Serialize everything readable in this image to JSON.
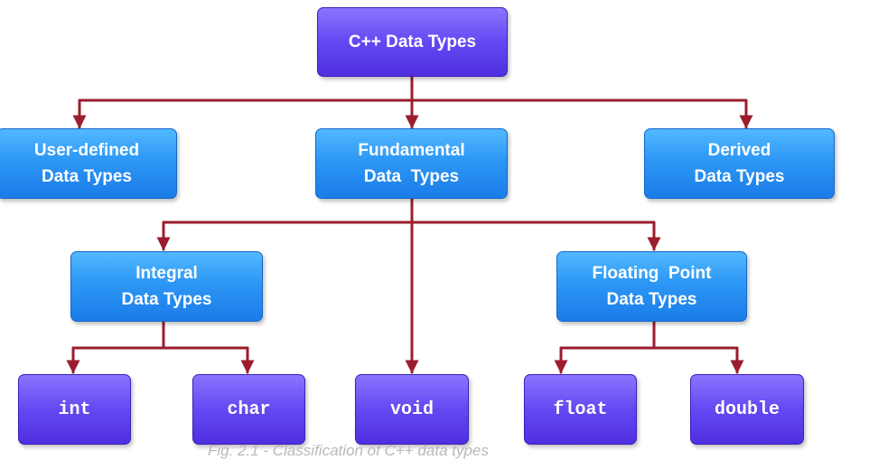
{
  "colors": {
    "connector": "#9b1d2e",
    "root_box": "#6548f2",
    "category_box": "#2d97f5",
    "leaf_box": "#6548f2"
  },
  "nodes": {
    "root": "C++ Data Types",
    "user_defined": {
      "line1": "User-defined",
      "line2": "Data Types"
    },
    "fundamental": {
      "line1": "Fundamental",
      "line2": "Data  Types"
    },
    "derived": {
      "line1": "Derived",
      "line2": "Data Types"
    },
    "integral": {
      "line1": "Integral",
      "line2": "Data Types"
    },
    "floating_point": {
      "line1": "Floating  Point",
      "line2": "Data Types"
    },
    "int": "int",
    "char": "char",
    "void": "void",
    "float": "float",
    "double": "double"
  },
  "caption": "Fig. 2.1 - Classification of C++ data types"
}
